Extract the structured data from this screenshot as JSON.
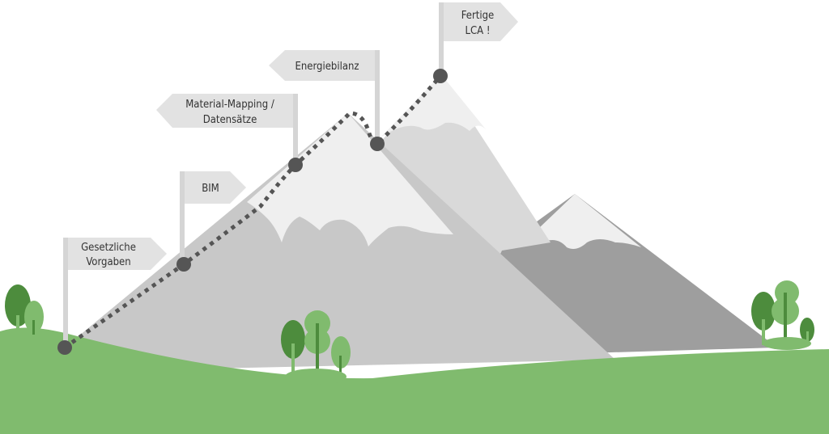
{
  "title": "Roadmap zur fertigen LCA (Bergaufstieg)",
  "colors": {
    "sky": "#ffffff",
    "mountain_main": "#c8c8c8",
    "mountain_back": "#d9d9d9",
    "mountain_dark": "#9e9e9e",
    "snow": "#efefef",
    "ground": "#80bb6e",
    "tree_dark": "#4d8c3d",
    "tree_light": "#80bb6e",
    "path": "#555555",
    "flag": "#e2e2e2",
    "pole": "#d5d5d5"
  },
  "milestones": [
    {
      "id": "gesetzliche-vorgaben",
      "lines": [
        "Gesetzliche",
        "Vorgaben"
      ],
      "direction": "right",
      "step": 1
    },
    {
      "id": "bim",
      "lines": [
        "BIM"
      ],
      "direction": "right",
      "step": 2
    },
    {
      "id": "material-mapping",
      "lines": [
        "Material-Mapping /",
        "Datensätze"
      ],
      "direction": "left",
      "step": 3
    },
    {
      "id": "energiebilanz",
      "lines": [
        "Energiebilanz"
      ],
      "direction": "left",
      "step": 4
    },
    {
      "id": "fertige-lca",
      "lines": [
        "Fertige",
        "LCA !"
      ],
      "direction": "right",
      "step": 5
    }
  ]
}
